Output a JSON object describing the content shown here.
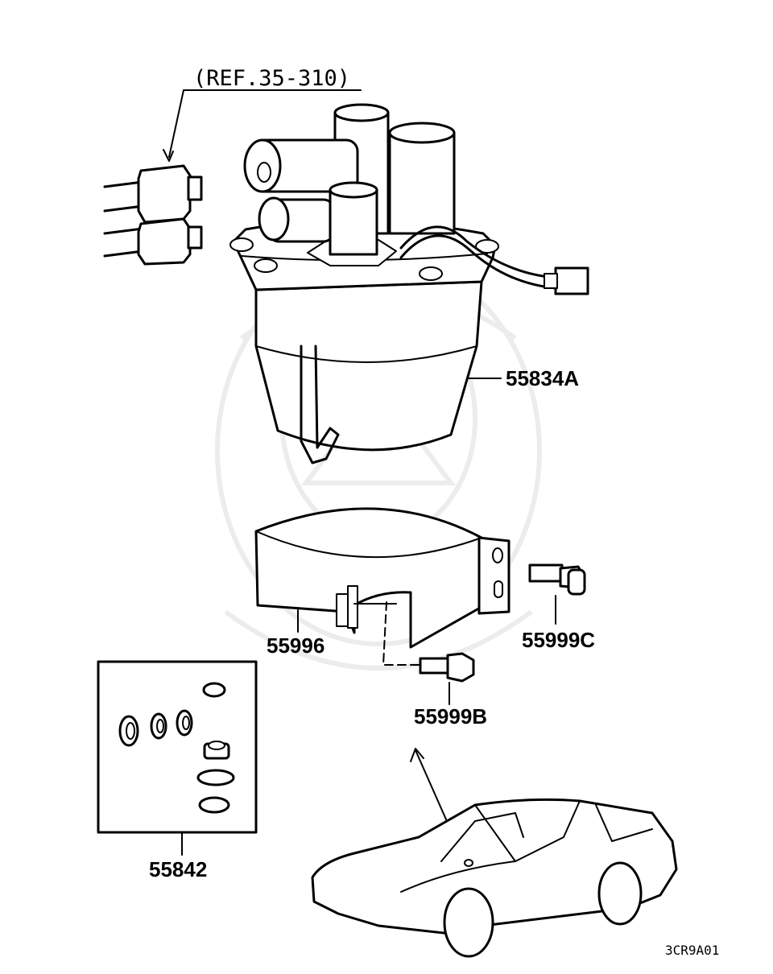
{
  "diagram": {
    "reference": "(REF.35-310)",
    "parts": {
      "pump": "55834A",
      "bracket": "55996",
      "bolt_c": "55999C",
      "bolt_b": "55999B",
      "seal_kit": "55842"
    },
    "figure_code": "3CR9A01"
  },
  "colors": {
    "line": "#000000",
    "background": "#ffffff",
    "watermark": "#ececec"
  }
}
